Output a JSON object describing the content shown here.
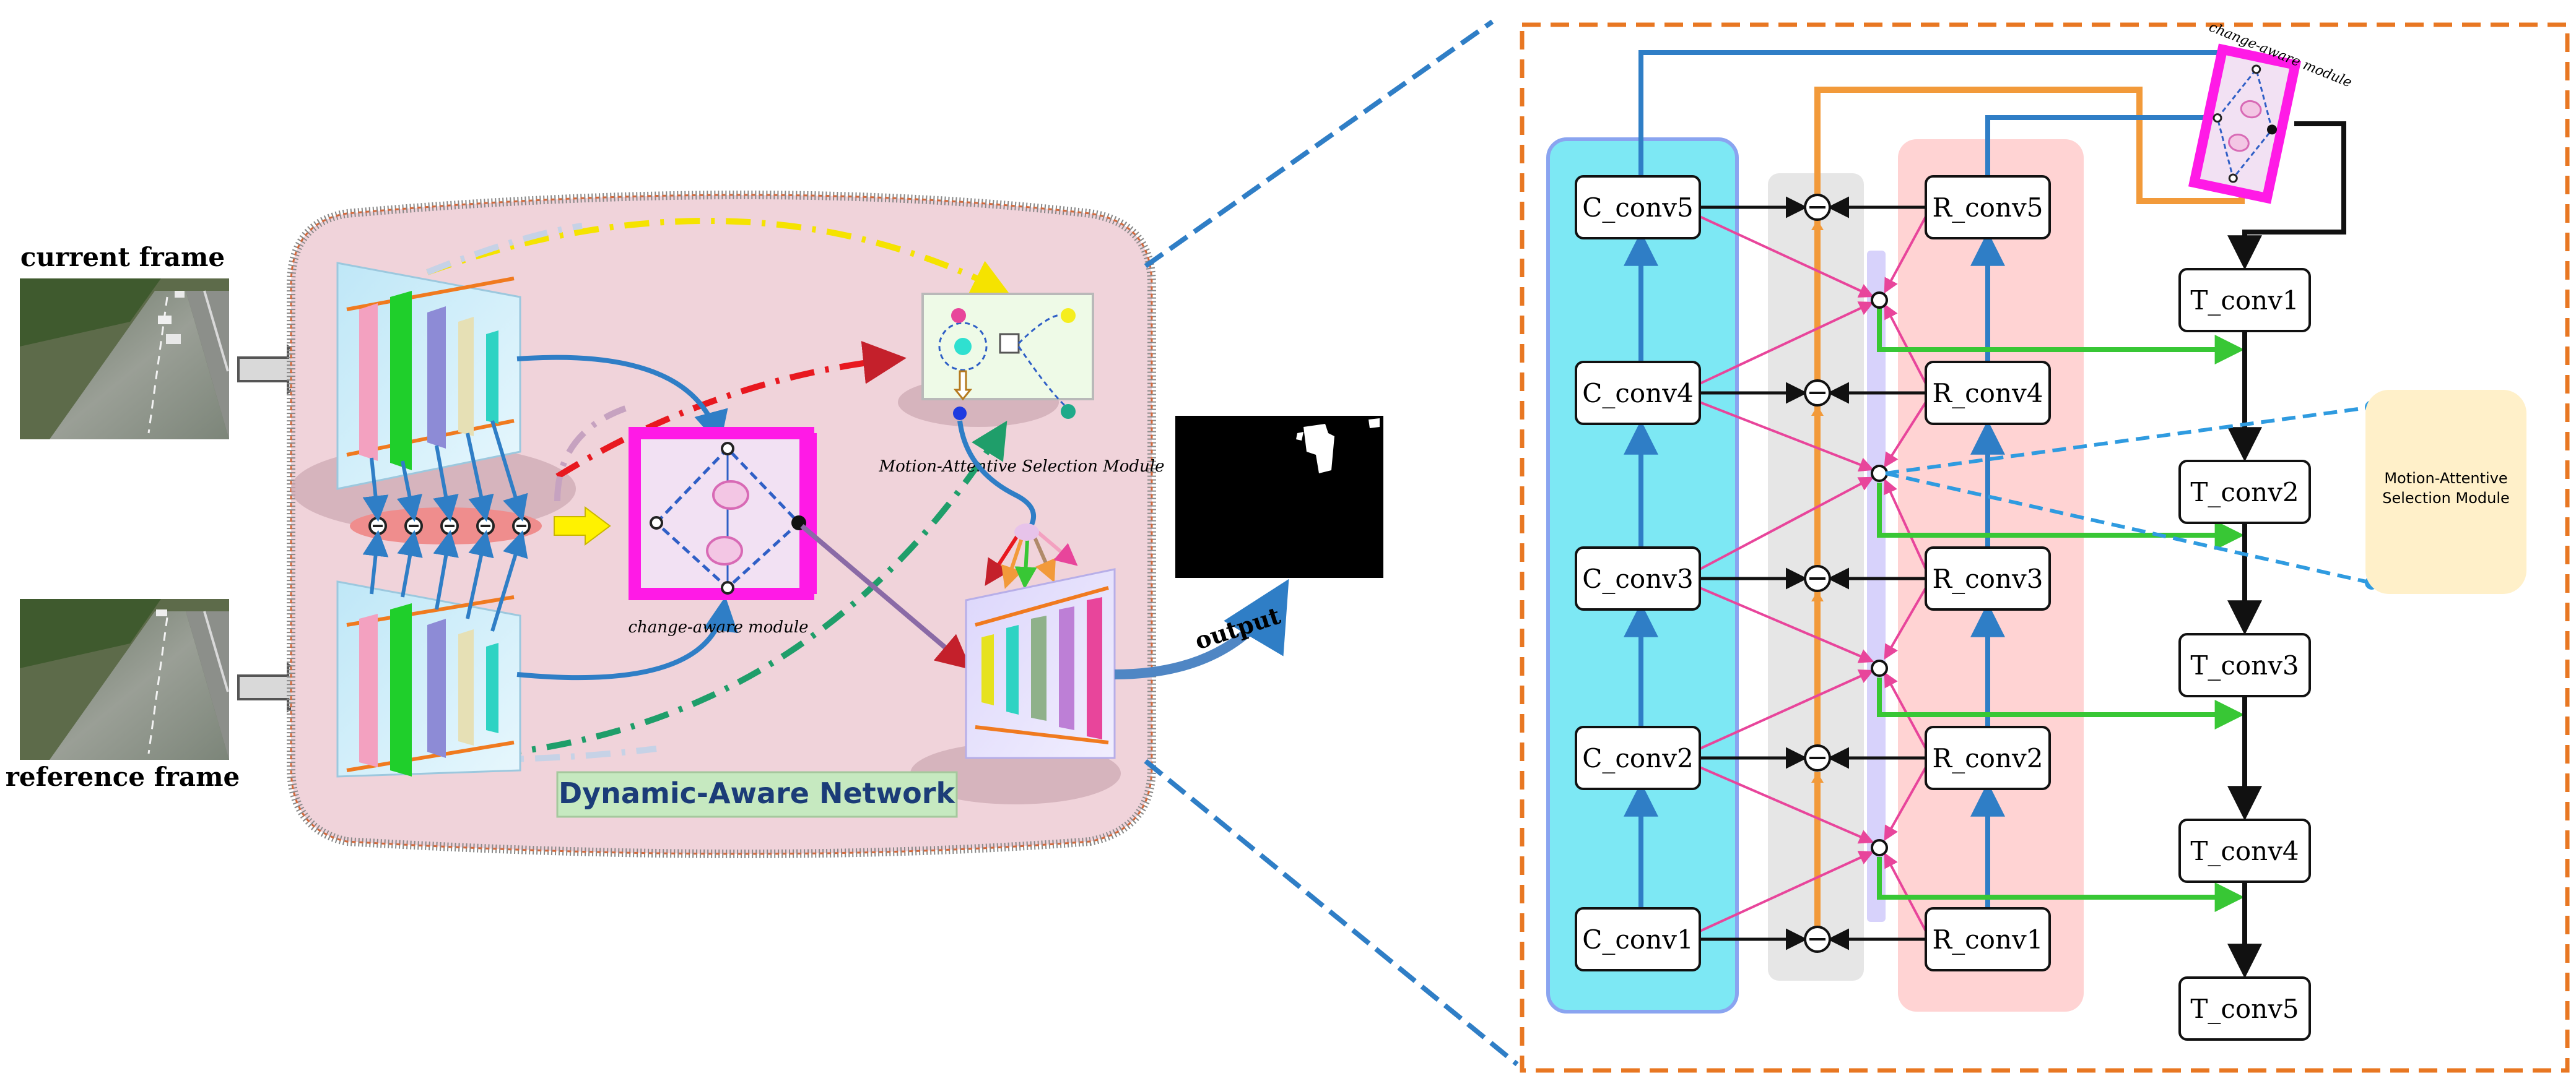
{
  "left_panel": {
    "current_frame_label": "current frame",
    "reference_frame_label": "reference frame",
    "network_title": "Dynamic-Aware Network",
    "change_aware_label": "change-aware module",
    "motion_module_label": "Motion-Attentive Selection Module",
    "output_label": "output"
  },
  "right_panel": {
    "c_layers": [
      "C_conv5",
      "C_conv4",
      "C_conv3",
      "C_conv2",
      "C_conv1"
    ],
    "r_layers": [
      "R_conv5",
      "R_conv4",
      "R_conv3",
      "R_conv2",
      "R_conv1"
    ],
    "t_layers": [
      "T_conv1",
      "T_conv2",
      "T_conv3",
      "T_conv4",
      "T_conv5"
    ],
    "change_aware_label": "change-aware module",
    "motion_module_label": "Motion-Attentive Selection Module"
  },
  "colors": {
    "network_bg": "#f0d3da",
    "change_aware": "#ff1ae6",
    "c_column": "#7de8f4",
    "r_column": "#ffd3d3",
    "mid_column": "#e6e6e6",
    "motion_box": "#fff0c9",
    "connector_blue": "#2f7ec6",
    "connector_orange": "#f29a3a",
    "connector_green": "#38c735",
    "connector_pink": "#e8459b",
    "zoom_dashed": "#2f7ec6",
    "border_orange": "#e87722"
  },
  "icons": [
    "minus-circle-icon",
    "arrow-right-icon"
  ]
}
